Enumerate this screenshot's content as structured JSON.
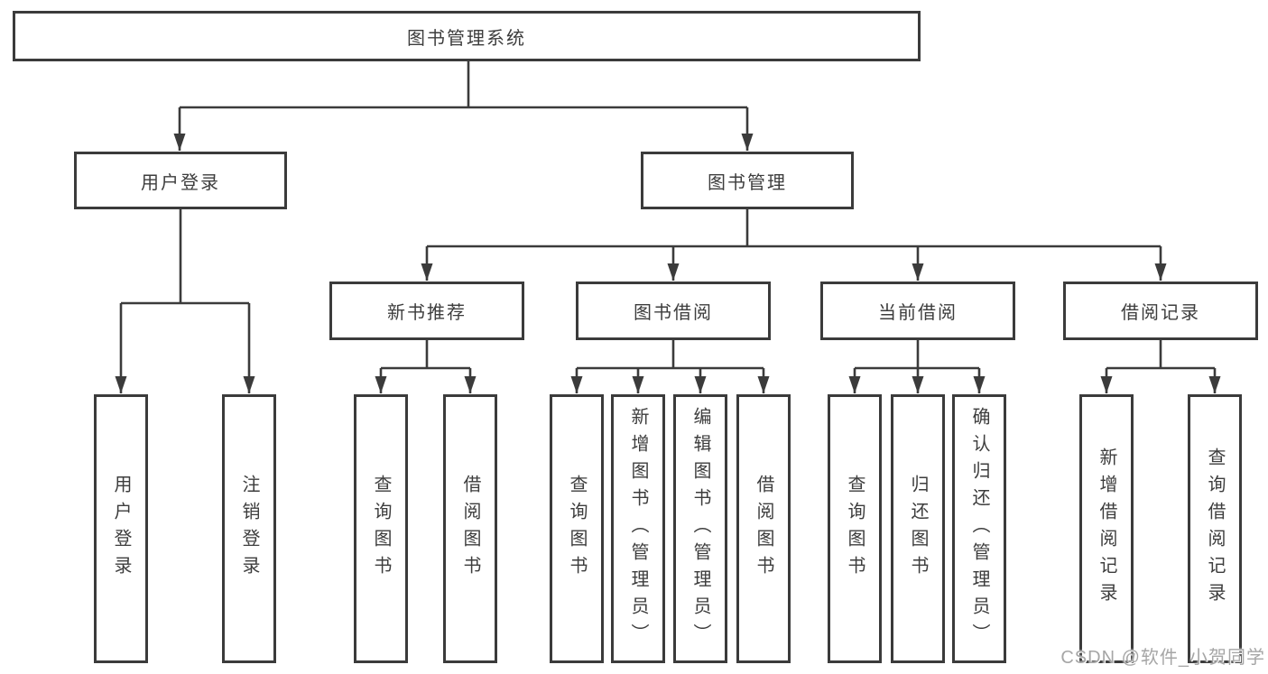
{
  "diagram": {
    "root": {
      "label": "图书管理系统"
    },
    "branches": [
      {
        "label": "用户登录",
        "children": [
          "用户登录",
          "注销登录"
        ]
      },
      {
        "label": "图书管理",
        "sections": [
          {
            "label": "新书推荐",
            "children": [
              "查询图书",
              "借阅图书"
            ]
          },
          {
            "label": "图书借阅",
            "children": [
              "查询图书",
              "新增图书（管理员）",
              "编辑图书（管理员）",
              "借阅图书"
            ]
          },
          {
            "label": "当前借阅",
            "children": [
              "查询图书",
              "归还图书",
              "确认归还（管理员）"
            ]
          },
          {
            "label": "借阅记录",
            "children": [
              "新增借阅记录",
              "查询借阅记录"
            ]
          }
        ]
      }
    ]
  },
  "watermark": {
    "text": "CSDN @软件_小贺同学"
  },
  "colors": {
    "line": "#3b3b3b",
    "box_border": "#3b3b3b",
    "text": "#3d3d3d",
    "background": "#ffffff",
    "watermark_text": "#a6a6a6"
  }
}
